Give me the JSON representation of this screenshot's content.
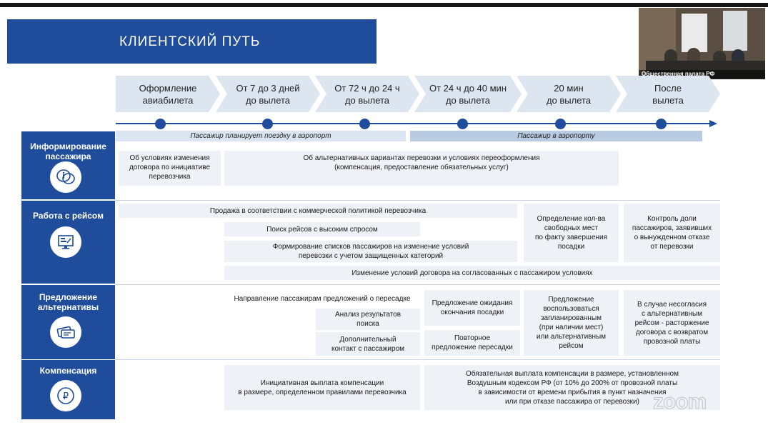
{
  "slide": {
    "title": "КЛИЕНТСКИЙ ПУТЬ",
    "accent_color": "#1f4d9b",
    "cell_color": "#eef1f6",
    "chevron_color": "#dce5f0"
  },
  "video_panel": {
    "caption": "Общественная палата РФ"
  },
  "watermark": "zoom",
  "stages": [
    "Оформление\nавиабилета",
    "От 7 до 3 дней\nдо вылета",
    "От 72 ч до 24 ч\nдо вылета",
    "От 24 ч до 40 мин\nдо вылета",
    "20 мин\nдо вылета",
    "После\nвылета"
  ],
  "phases": {
    "planning": "Пассажир планирует поездку в аэропорт",
    "airport": "Пассажир в аэропорту"
  },
  "rows": {
    "informing": {
      "label": "Информирование\nпассажира",
      "icon": "info-chat-icon",
      "cells": [
        "Об условиях изменения\nдоговора по инициативе\nперевозчика",
        "Об альтернативных вариантах перевозки и условиях переоформления\n(компенсация, предоставление обязательных услуг)"
      ]
    },
    "flight_work": {
      "label": "Работа с рейсом",
      "icon": "monitor-schedule-icon",
      "cells": [
        "Продажа в соответствии с коммерческой политикой перевозчика",
        "Поиск рейсов с высоким спросом",
        "Формирование списков пассажиров на изменение условий\nперевозки с учетом защищенных категорий",
        "Изменение условий договора на согласованных с пассажиром условиях",
        "Определение кол-ва\nсвободных мест\nпо факту завершения\nпосадки",
        "Контроль доли\nпассажиров, заявивших\nо вынужденном отказе\nот перевозки"
      ]
    },
    "alternatives": {
      "label": "Предложение\nальтернативы",
      "icon": "tickets-icon",
      "cells": [
        "Направление пассажирам предложений о пересадке",
        "Анализ результатов\nпоиска",
        "Дополнительный\nконтакт с пассажиром",
        "Предложение ожидания\nокончания посадки",
        "Повторное\nпредложение пересадки",
        "Предложение\nвоспользоваться\nзапланированным\n(при наличии мест)\nили альтернативным\nрейсом",
        "В случае несогласия\nс альтернативным\nрейсом - расторжение\nдоговора с возвратом\nпровозной платы"
      ]
    },
    "compensation": {
      "label": "Компенсация",
      "icon": "ruble-icon",
      "cells": [
        "Инициативная выплата компенсации\nв размере, определенном правилами перевозчика",
        "Обязательная выплата компенсации в размере, установленном\nВоздушным кодексом РФ (от 10% до 200% от провозной платы\nв зависимости от времени прибытия в пункт назначения\nили при отказе пассажира от перевозки)"
      ]
    }
  }
}
